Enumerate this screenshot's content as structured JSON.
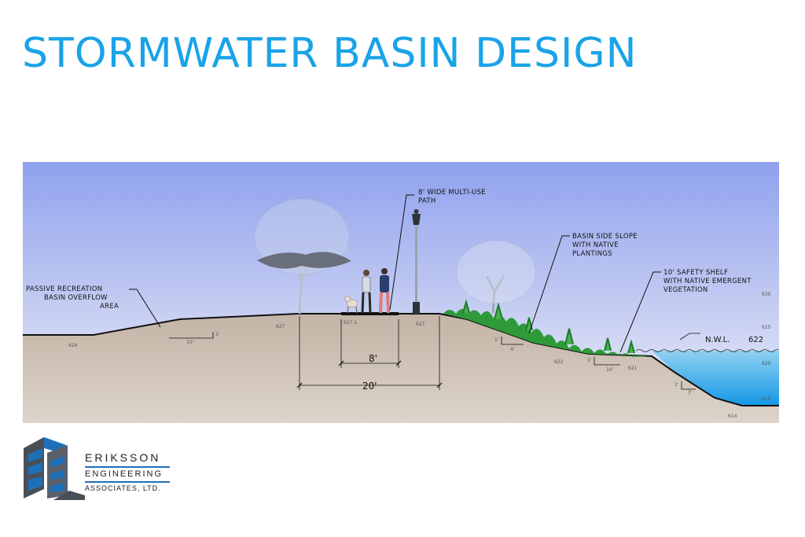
{
  "title": "STORMWATER BASIN DESIGN",
  "diagram": {
    "callouts": {
      "path_line1": "8' WIDE MULTI-USE",
      "path_line2": "PATH",
      "slope_line1": "BASIN SIDE SLOPE",
      "slope_line2": "WITH NATIVE",
      "slope_line3": "PLANTINGS",
      "shelf_line1": "10' SAFETY SHELF",
      "shelf_line2": "WITH NATIVE EMERGENT",
      "shelf_line3": "VEGETATION",
      "rec_line1": "PASSIVE RECREATION",
      "rec_line2": "BASIN OVERFLOW",
      "rec_line3": "AREA"
    },
    "nwl_label": "N.W.L.",
    "nwl_value": "622",
    "dim_path": "8'",
    "dim_total": "20'",
    "elevation_scale": [
      "630",
      "625",
      "620",
      "615"
    ],
    "spot_elevations": {
      "e624": "624",
      "e627a": "627",
      "e6271": "627.1",
      "e627b": "627",
      "e622": "622",
      "e621": "621",
      "e614": "614"
    },
    "slopes": {
      "s1_rise": "1'",
      "s1_run": "10'",
      "s2_rise": "1'",
      "s2_run": "4'",
      "s3_rise": "1'",
      "s3_run": "10'",
      "s4_rise": "1'",
      "s4_run": "3'"
    },
    "colors": {
      "sky_top": "#8ea0ee",
      "sky_bottom": "#e9eef8",
      "ground": "#c9bcb0",
      "water": "#2ba3e8",
      "vegetation": "#2f9a3a"
    }
  },
  "logo": {
    "line1": "ERIKSSON",
    "line2": "ENGINEERING",
    "line3": "ASSOCIATES, LTD.",
    "colors": {
      "blue": "#1f6fb8",
      "gray": "#4a4f57"
    }
  }
}
